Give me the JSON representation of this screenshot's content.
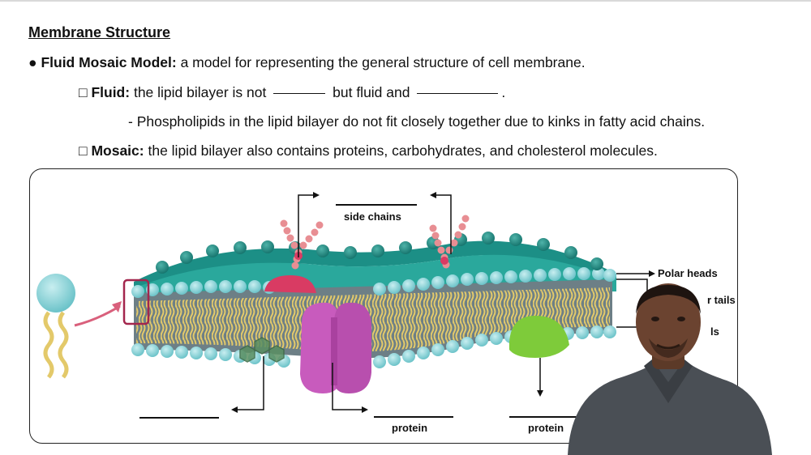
{
  "heading": "Membrane Structure",
  "bullet": {
    "marker": "●",
    "term": "Fluid Mosaic Model:",
    "text": "a model for representing the general structure of cell membrane."
  },
  "fluid": {
    "box": "□",
    "term": "Fluid:",
    "text_a": "the lipid bilayer is not",
    "text_b": "but fluid and",
    "text_c": ".",
    "sub": "- Phospholipids in the lipid bilayer do not fit closely together due to kinks in fatty acid chains."
  },
  "mosaic": {
    "box": "□",
    "term": "Mosaic:",
    "text": "the lipid bilayer also contains proteins, carbohydrates, and cholesterol molecules."
  },
  "diagram": {
    "side_chains": "side chains",
    "polar_heads": "Polar heads",
    "tails_partial": "r tails",
    "heads_partial": "ls",
    "protein_1": "protein",
    "protein_2": "protein"
  },
  "colors": {
    "head_light": "#8fd3d8",
    "head_dark": "#1c8f86",
    "tail": "#e3c96a",
    "core": "#6d7f86",
    "protein_purple": "#c85bbd",
    "protein_green": "#7ecb3a",
    "glyco_red": "#d93b63",
    "sugar_pink": "#e88e93",
    "arrow_pink": "#d9607c"
  }
}
